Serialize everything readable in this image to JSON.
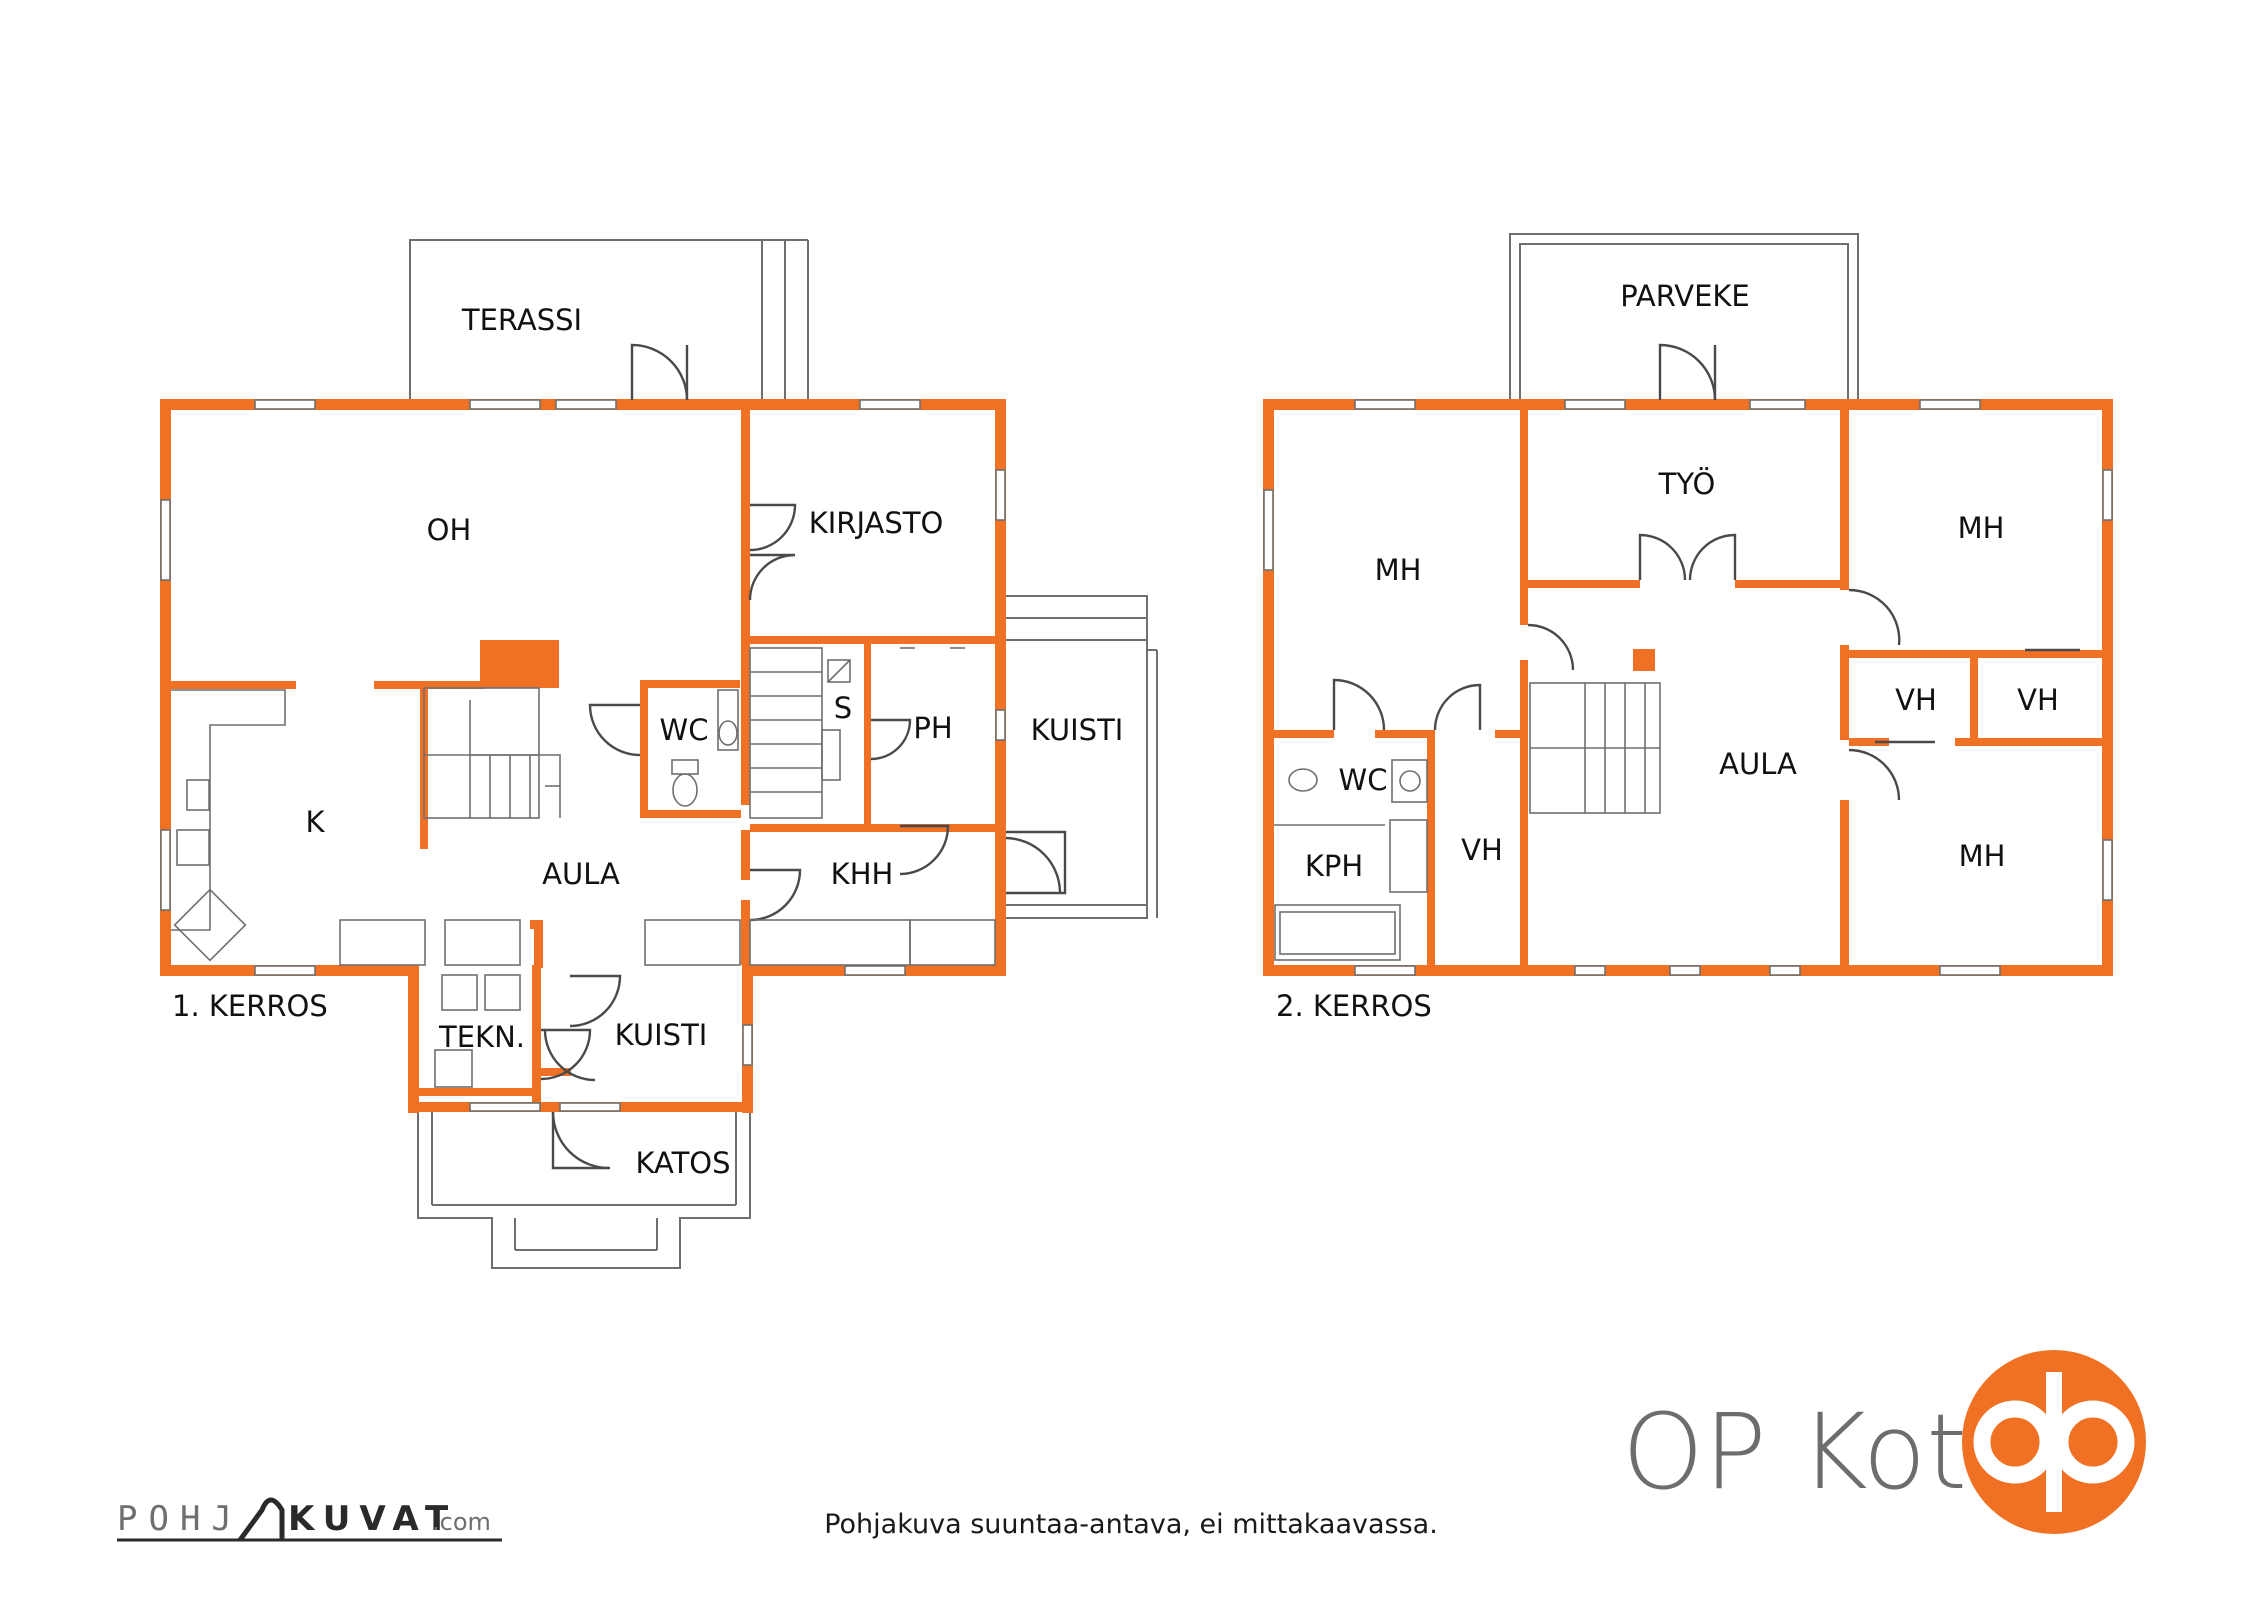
{
  "floor1": {
    "label": "1. KERROS",
    "rooms": {
      "terassi": "TERASSI",
      "oh": "OH",
      "kirjasto": "KIRJASTO",
      "k": "K",
      "wc": "WC",
      "s": "S",
      "ph": "PH",
      "kuisti_east": "KUISTI",
      "aula": "AULA",
      "khh": "KHH",
      "tekn": "TEKN.",
      "kuisti_entry": "KUISTI",
      "katos": "KATOS"
    }
  },
  "floor2": {
    "label": "2. KERROS",
    "rooms": {
      "parveke": "PARVEKE",
      "tyo": "TYÖ",
      "mh_west": "MH",
      "mh_northeast": "MH",
      "vh_a": "VH",
      "vh_b": "VH",
      "wc": "WC",
      "aula": "AULA",
      "kph": "KPH",
      "vh_c": "VH",
      "mh_southeast": "MH"
    }
  },
  "footer": {
    "disclaimer": "Pohjakuva suuntaa-antava, ei mittakaavassa.",
    "brand": "OP Koti",
    "credit_left": "POHJ",
    "credit_right": "KUVAT",
    "credit_domain": ".com"
  },
  "colors": {
    "wall": "#F07024",
    "line": "#6f6f6f",
    "brand_text": "#6d6d6d"
  },
  "icons": [
    "op-logo-icon",
    "pohjakuvat-logo-icon"
  ]
}
